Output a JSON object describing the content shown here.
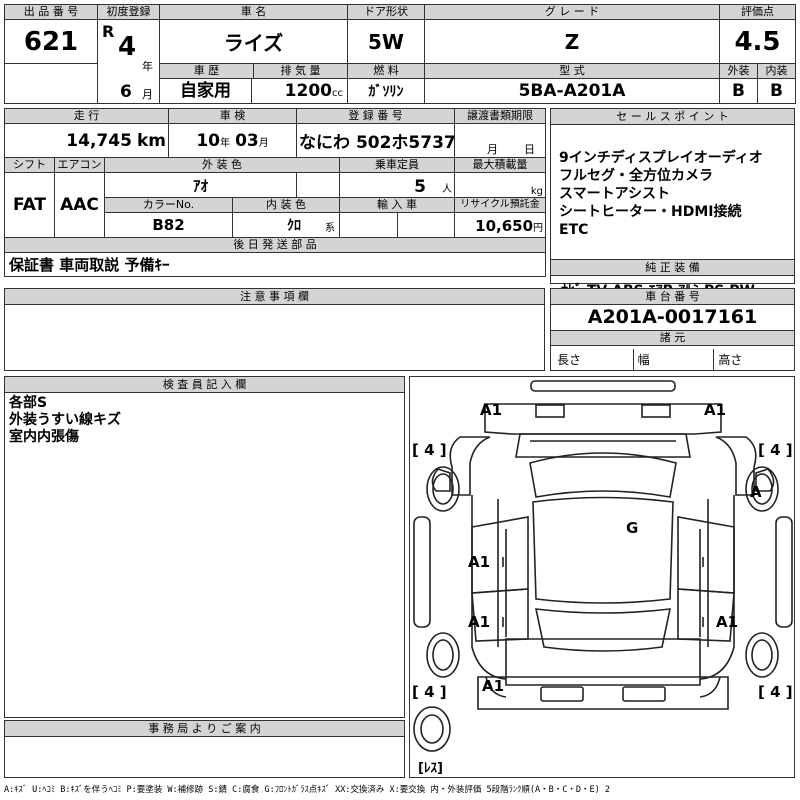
{
  "header": {
    "lot_no_label": "出 品 番 号",
    "lot_no": "621",
    "first_reg_label": "初度登録",
    "era": "R",
    "year": "4",
    "year_unit": "年",
    "month": "6",
    "month_unit": "月",
    "car_name_label": "車  名",
    "car_name": "ライズ",
    "door_label": "ドア形状",
    "door": "5W",
    "grade_label": "グ レ ー ド",
    "grade": "Z",
    "score_label": "評価点",
    "score": "4.5",
    "history_label": "車  歴",
    "history": "自家用",
    "disp_label": "排 気 量",
    "disp": "1200",
    "disp_unit": "cc",
    "fuel_label": "燃  料",
    "fuel": "ｶﾞｿﾘﾝ",
    "model_label": "型  式",
    "model": "5BA-A201A",
    "ext_label": "外装",
    "ext": "B",
    "int_label": "内装",
    "int": "B"
  },
  "row2": {
    "mileage_label": "走  行",
    "mileage": "14,745",
    "mileage_unit": "km",
    "inspection_label": "車  検",
    "insp_year": "10",
    "insp_year_unit": "年",
    "insp_month": "03",
    "insp_month_unit": "月",
    "plate_label": "登 録 番 号",
    "plate": "なにわ 502ホ5737",
    "transfer_label": "譲渡書類期限",
    "transfer_month": "月",
    "transfer_day": "日",
    "shift_label": "シフト",
    "shift": "FAT",
    "ac_label": "エアコン",
    "ac": "AAC",
    "ext_color_label": "外 装 色",
    "ext_color": "ｱｵ",
    "capacity_label": "乗車定員",
    "capacity": "5",
    "capacity_unit": "人",
    "load_label": "最大積載量",
    "load_unit": "kg",
    "color_no_label": "カラーNo.",
    "color_no": "B82",
    "int_color_label": "内 装 色",
    "int_color": "ｸﾛ",
    "int_color_unit": "系",
    "import_label": "輸 入 車",
    "recycle_label": "リサイクル預託金",
    "recycle": "10,650",
    "recycle_unit": "円",
    "later_parts_label": "後 日 発 送 部 品",
    "later_parts": "保証書 車両取説 予備ｷｰ"
  },
  "sales": {
    "label": "セ ー ル ス ポ イ ン ト",
    "lines": [
      "9インチディスプレイオーディオ",
      "フルセグ・全方位カメラ",
      "スマートアシスト",
      "シートヒーター・HDMI接続",
      "ETC"
    ],
    "equip_label": "純 正 装 備",
    "equip": "ﾅﾋﾞ  TV  ABS ｴｱB ｱﾙﾐ PS PW"
  },
  "notes": {
    "label": "注 意 事 項 欄"
  },
  "chassis": {
    "label": "車 台 番 号",
    "number": "A201A-0017161",
    "spec_label": "諸  元",
    "length": "長さ",
    "width": "幅",
    "height": "高さ"
  },
  "inspector": {
    "label": "検 査 員 記 入 欄",
    "lines": [
      "各部S",
      "外装うすい線キズ",
      "室内内張傷"
    ]
  },
  "office": {
    "label": "事 務 局 よ り ご 案 内"
  },
  "diagram": {
    "tire_lf": "[ 4 ]",
    "tire_rf": "[ 4 ]",
    "tire_lr": "[ 4 ]",
    "tire_rr": "[ 4 ]",
    "spare": "[ﾚｽ]",
    "marks": {
      "front_left": "A1",
      "front_right": "A1",
      "right_fender": "A",
      "roof": "G",
      "left_door_front": "A1",
      "left_door_rear": "A1",
      "right_door_rear": "A1",
      "rear_left": "A1"
    }
  },
  "legend": "A:ｷｽﾞ U:ﾍｺﾐ B:ｷｽﾞを伴うﾍｺﾐ P:要塗装 W:補修跡 S:錆 C:腐食 G:ﾌﾛﾝﾄｶﾞﾗｽ点ｷｽﾞ XX:交換済み X:要交換  内・外装評価 5段階ﾗﾝｸ順(A・B・C・D・E) 2"
}
